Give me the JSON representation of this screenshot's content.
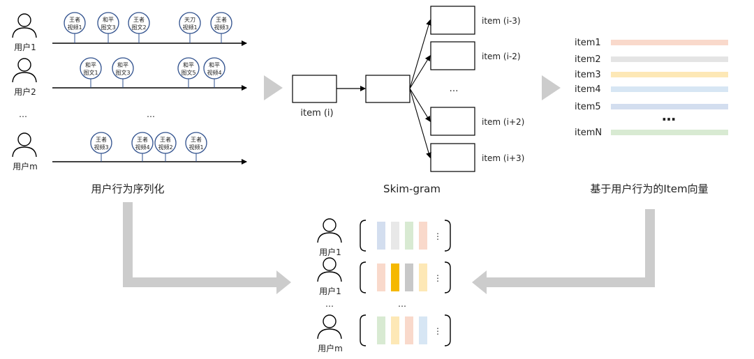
{
  "users": [
    {
      "label": "用户1",
      "events": [
        [
          "王者",
          "视频1"
        ],
        [
          "和平",
          "图文3"
        ],
        [
          "王者",
          "图文2"
        ],
        [
          "天刀",
          "视频1"
        ],
        [
          "王者",
          "视频3"
        ]
      ]
    },
    {
      "label": "用户2",
      "events": [
        [
          "和平",
          "图文1"
        ],
        [
          "和平",
          "图文3"
        ],
        [
          "和平",
          "图文5"
        ],
        [
          "和平",
          "视频4"
        ]
      ]
    },
    {
      "label": "用户m",
      "events": [
        [
          "王者",
          "视频3"
        ],
        [
          "王者",
          "视频4"
        ],
        [
          "王者",
          "视频2"
        ],
        [
          "王者",
          "视频1"
        ]
      ]
    }
  ],
  "ellipsis": "…",
  "caption_left": "用户行为序列化",
  "caption_mid": "Skim-gram",
  "caption_right": "基于用户行为的Item向量",
  "skipgram": {
    "center": "item (i)",
    "outputs": [
      "item (i-3)",
      "item (i-2)",
      "item (i+2)",
      "item (i+3)"
    ],
    "dots": "…"
  },
  "item_vectors": [
    {
      "label": "item1",
      "color": "#f9d9cb"
    },
    {
      "label": "item2",
      "color": "#e4e4e4"
    },
    {
      "label": "item3",
      "color": "#fde8b6"
    },
    {
      "label": "item4",
      "color": "#d7e6f4"
    },
    {
      "label": "item5",
      "color": "#d3deef"
    },
    {
      "label": "itemN",
      "color": "#d8ead2"
    }
  ],
  "item_dots": "…",
  "user_vectors": [
    {
      "label": "用户1",
      "colors": [
        "#d3deef",
        "#e8e8e8",
        "#d8ead2",
        "#f9d9cb"
      ]
    },
    {
      "label": "用户1",
      "colors": [
        "#f9d9cb",
        "#f5b800",
        "#c8c8c8",
        "#fde8b6"
      ]
    },
    {
      "label": "用户m",
      "colors": [
        "#d8ead2",
        "#fde8b6",
        "#f9d9cb",
        "#d7e6f4"
      ]
    }
  ],
  "vdots": "⋮",
  "flow_color": "#cccccc"
}
